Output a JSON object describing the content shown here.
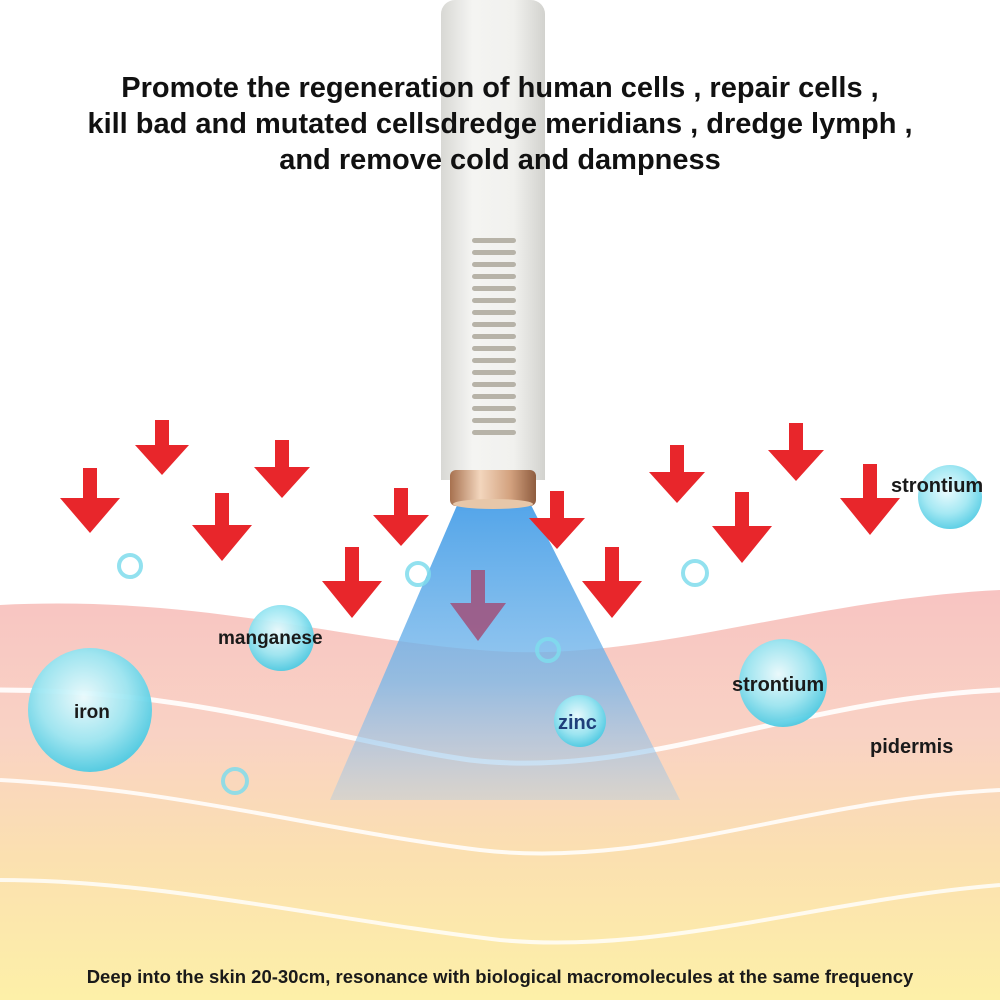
{
  "headline": {
    "line1": "Promote the regeneration of human cells , repair cells ,",
    "line2": "kill bad and mutated cellsdredge meridians , dredge lymph ,",
    "line3": "and remove cold and dampness"
  },
  "labels": {
    "strontium_top": "strontium",
    "manganese": "manganese",
    "iron": "iron",
    "zinc": "zinc",
    "strontium_mid": "strontium",
    "epidermis": "pidermis"
  },
  "footer": "Deep into the skin 20-30cm, resonance with biological macromolecules at the same frequency",
  "colors": {
    "arrow": "#e8262b",
    "beam": "#5aa9e6",
    "skin_top": "#f9c9c4",
    "skin_bottom": "#fbe9a4",
    "molecule": "#5ed3e8",
    "device_body": "#efefec",
    "device_tip": "#c99a72"
  },
  "icons": [
    "device-handle-icon",
    "red-down-arrow-icon",
    "molecule-bubble-icon",
    "light-beam-icon"
  ]
}
